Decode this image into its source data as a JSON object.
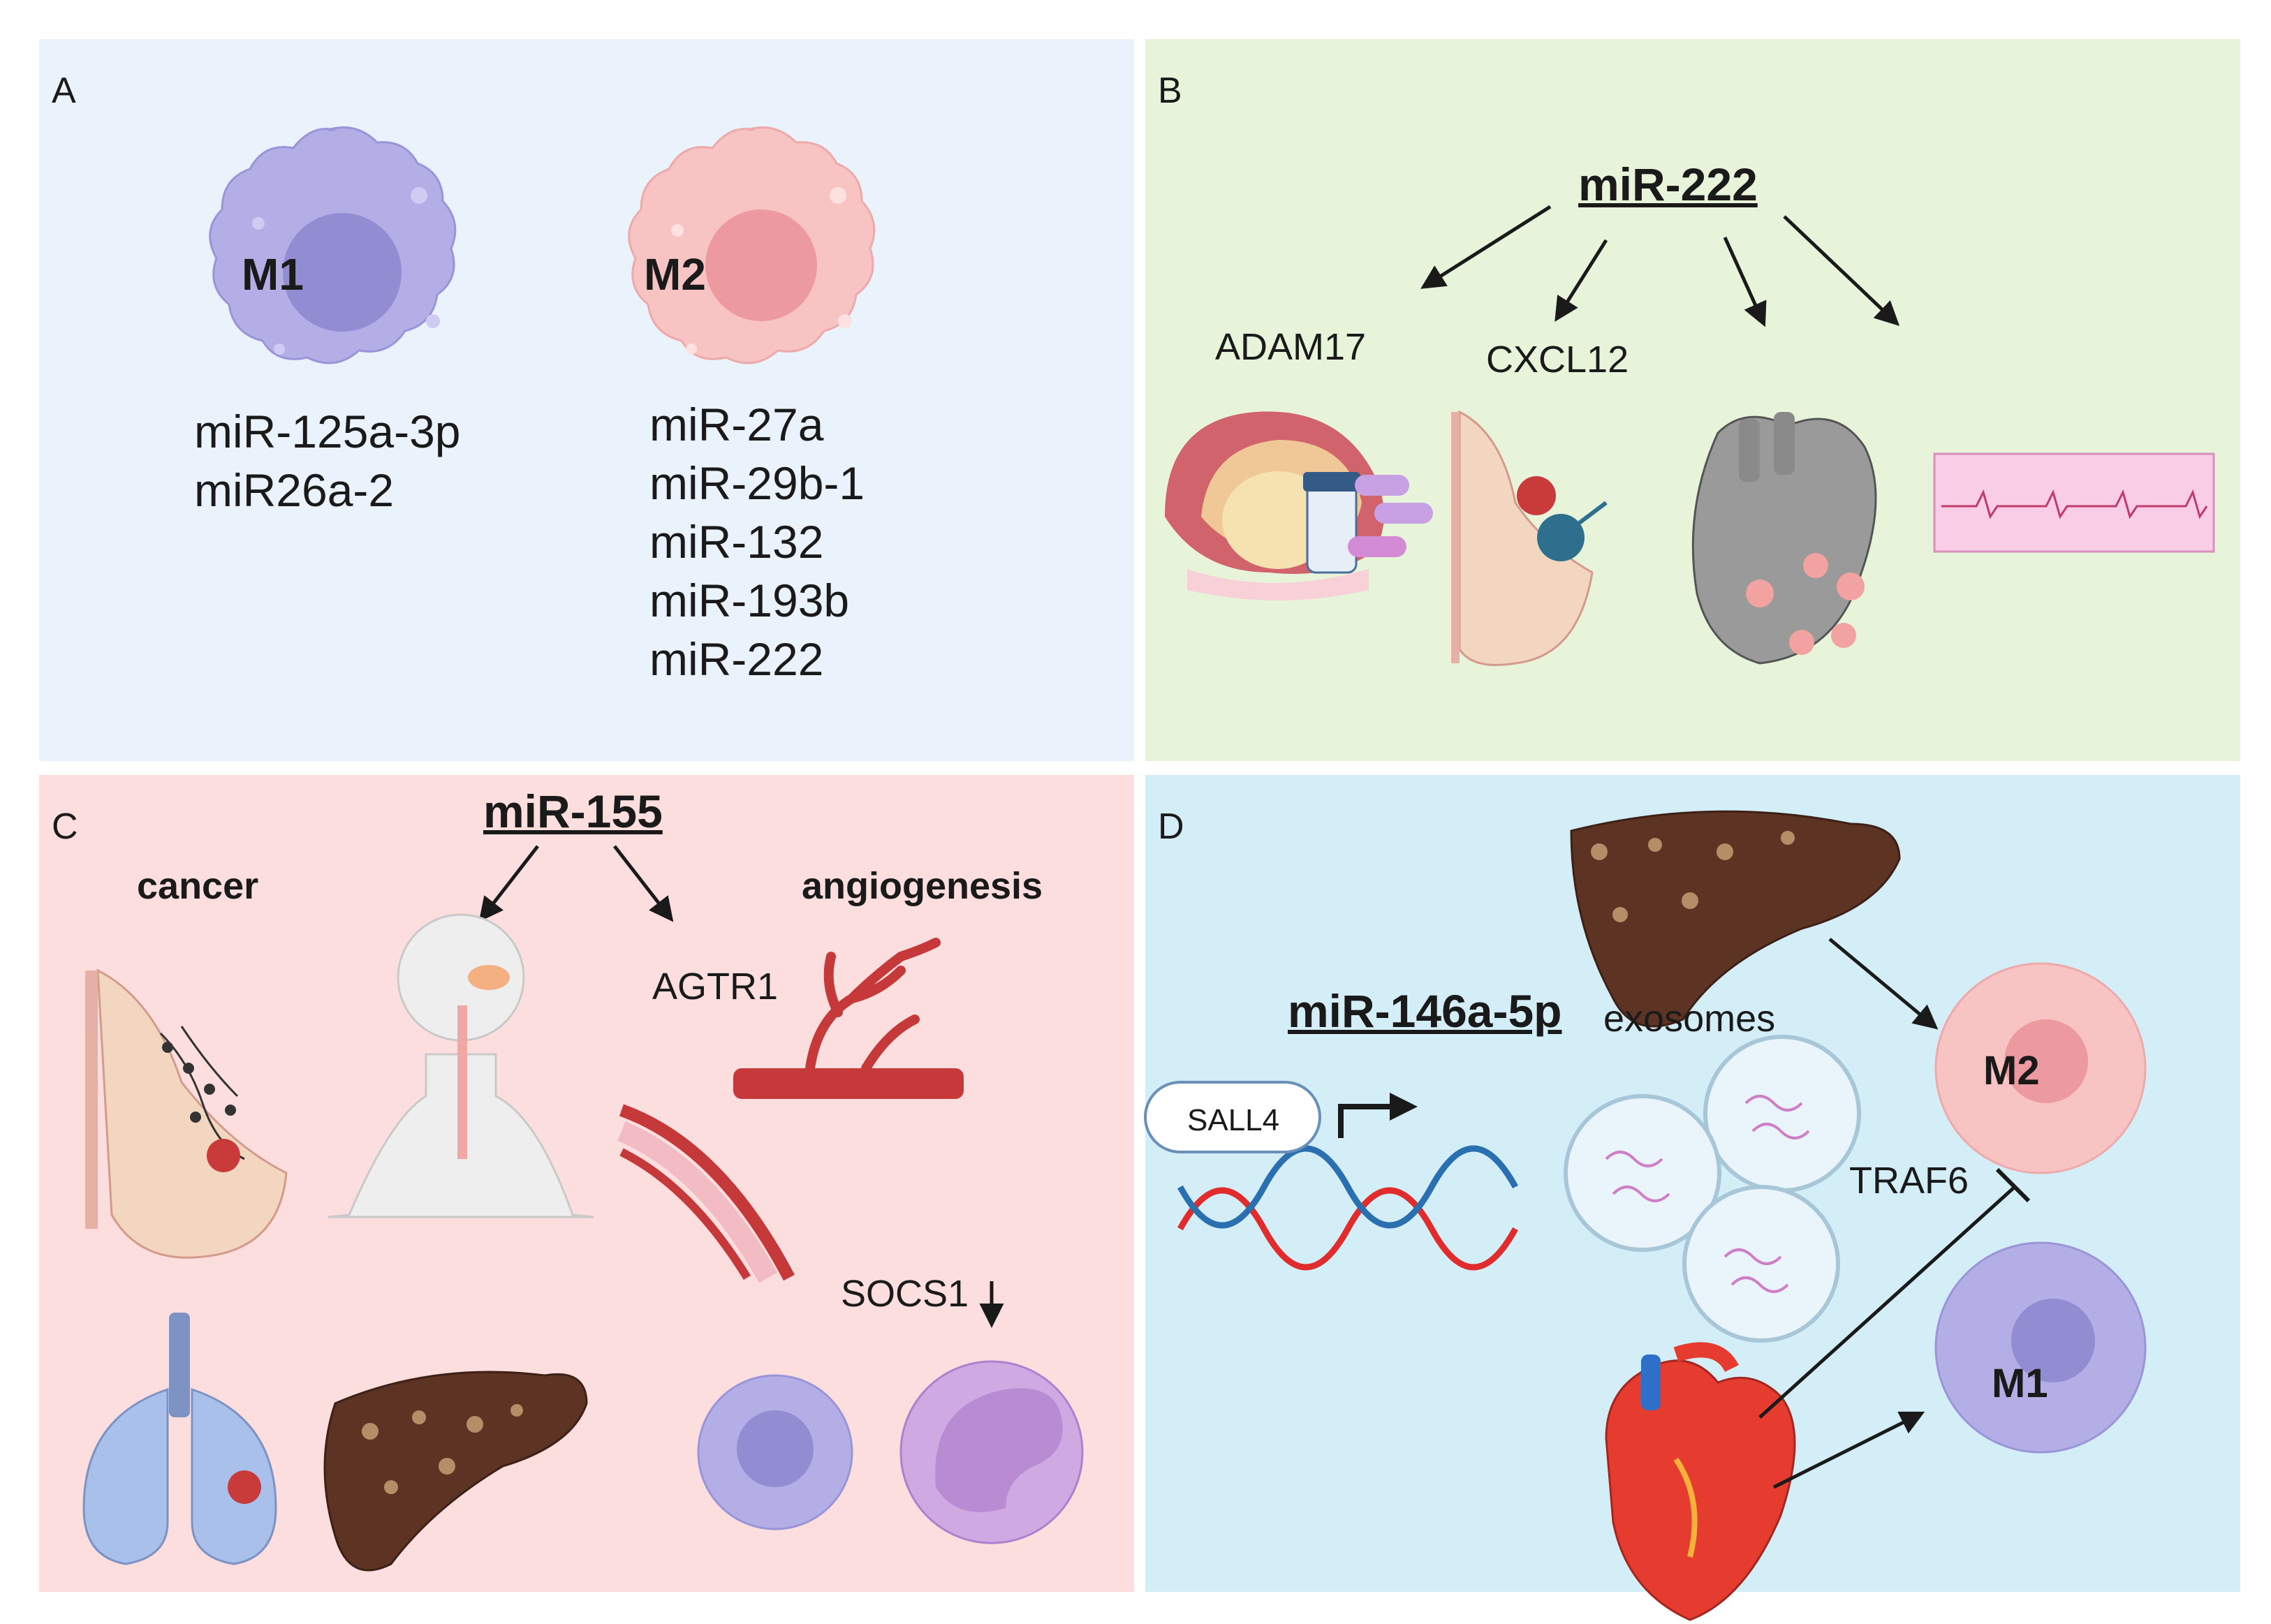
{
  "colors": {
    "panel_a_bg": "#eaf2fb",
    "panel_b_bg": "#e7f4d9",
    "panel_c_bg": "#fcdede",
    "panel_d_bg": "#d3eef6",
    "m1_cell": "#b3aee6",
    "m1_nucleus": "#928cd2",
    "m2_cell": "#f8c3c3",
    "m2_nucleus": "#ec9aa0",
    "artery": "#c5393b",
    "liver": "#5d3324",
    "lung": "#a8c0ea",
    "dna_red": "#e02c2c",
    "dna_blue": "#2a6fb0"
  },
  "panel_a": {
    "label": "A",
    "m1": {
      "name": "M1",
      "mirs": [
        "miR-125a-3p",
        "miR26a-2"
      ]
    },
    "m2": {
      "name": "M2",
      "mirs": [
        "miR-27a",
        "miR-29b-1",
        "miR-132",
        "miR-193b",
        "miR-222"
      ]
    }
  },
  "panel_b": {
    "label": "B",
    "title": "miR-222",
    "genes": [
      "ADAM17",
      "CXCL12"
    ],
    "icons": [
      "uterus-tumor-icon",
      "pill-bottle-icon",
      "breast-tumor-icon",
      "heart-icon",
      "ecg-strip-icon"
    ]
  },
  "panel_c": {
    "label": "C",
    "title": "miR-155",
    "left_heading": "cancer",
    "right_heading": "angiogenesis",
    "genes": [
      "AGTR1",
      "SOCS1"
    ],
    "socs1_arrow": "↓",
    "icons": [
      "breast-tumor-icon",
      "human-body-icon",
      "blood-vessel-icon",
      "lung-icon",
      "liver-icon",
      "macrophage-icon",
      "monocyte-icon"
    ]
  },
  "panel_d": {
    "label": "D",
    "title": "miR-146a-5p",
    "exosomes_label": "exosomes",
    "sall4_label": "SALL4",
    "traf6_label": "TRAF6",
    "m1_name": "M1",
    "m2_name": "M2",
    "icons": [
      "liver-icon",
      "dna-icon",
      "exosome-icon",
      "heart-icon",
      "m1-cell-icon",
      "m2-cell-icon"
    ]
  }
}
